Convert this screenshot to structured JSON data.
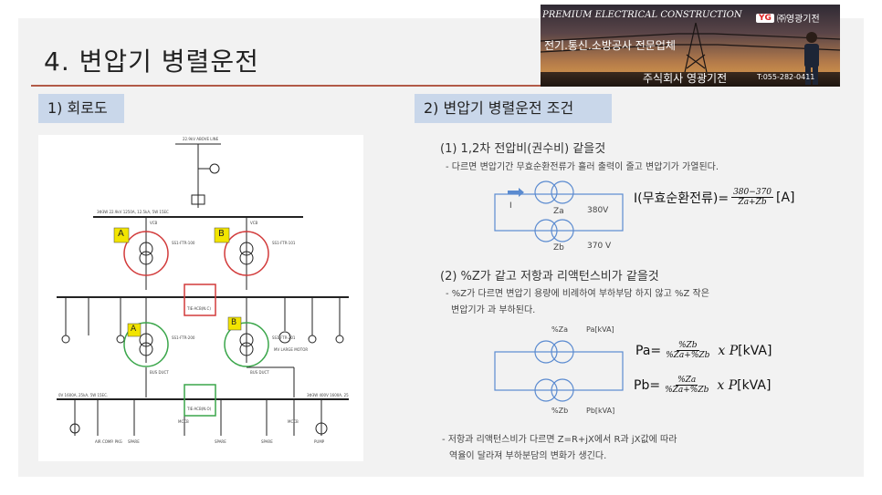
{
  "slide": {
    "title": "4. 변압기 병렬운전",
    "banner": {
      "tagline": "PREMIUM ELECTRICAL CONSTRUCTION",
      "logo_mark": "YG",
      "logo_name": "㈜영광기전",
      "slogan": "전기.통신.소방공사 전문업체",
      "company": "주식회사 영광기전",
      "tel": "T:055-282-0411"
    },
    "section1": "1) 회로도",
    "section2": "2) 변압기 병렬운전 조건",
    "condition1": {
      "heading": "(1) 1,2차 전압비(권수비) 같을것",
      "detail": "- 다르면 변압기간 무효순환전류가 흘러 출력이 줄고 변압기가 가열된다.",
      "label_i": "I",
      "label_za": "Za",
      "label_zb": "Zb",
      "label_v1": "380V",
      "label_v2": "370 V",
      "formula_prefix": "I(무효순환전류)=",
      "formula_num": "380−370",
      "formula_den": "Za+Zb",
      "formula_unit": "[A]"
    },
    "condition2": {
      "heading": "(2) %Z가 같고 저항과 리액턴스비가 같을것",
      "detail1": "- %Z가 다르면 변압기 용량에 비례하여 부하부담 하지 않고 %Z 작은",
      "detail2": "변압기가 과 부하된다.",
      "label_pza": "%Za",
      "label_pakva": "Pa[kVA]",
      "label_pzb": "%Zb",
      "label_pbkva": "Pb[kVA]",
      "pa_left": "Pa=",
      "pa_num": "%Zb",
      "pa_den": "%Za+%Zb",
      "pa_mult": "x P",
      "pa_unit": "[kVA]",
      "pb_left": "Pb=",
      "pb_num": "%Za",
      "pb_den": "%Za+%Zb",
      "pb_mult": "x P",
      "pb_unit": "[kVA]"
    },
    "note1": "- 저항과 리액턴스비가  다르면 Z=R+jX에서 R과 jX값에 따라",
    "note2": "역율이 달라져 부하분담의 변화가 생긴다.",
    "colors": {
      "accent_rule": "#b25a48",
      "section_bg": "#c9d7ea",
      "red": "#d23a3a",
      "green": "#3aa64a",
      "yellow": "#f2e400"
    }
  },
  "single_line": {
    "top_line": "22.9kV ABOVE LINE",
    "bus_label": "3Φ3W 22.9kV 1250A, 12.5kA, 5W 15EC",
    "mark_a": "A",
    "mark_b": "B",
    "tr_a": "SS1-FTR-100",
    "tr_b": "SS1-FTR-101",
    "tr_c": "SS1-FTR-200",
    "tr_d": "SS1-FTR-201",
    "tie": "TIE-ACB(N.C)",
    "tie2": "TIE-ACB(N.O)",
    "bus_duct": "BUS DUCT",
    "lv_bus_left": "0V 1600A, 25kA, 5W 15EC.",
    "lv_bus_right": "3Φ3W 400V 1600A, 25",
    "motor": "MV LARGE MOTOR",
    "air_comp": "AIR COMP. PKG",
    "pump": "PUMP",
    "spare": "SPARE",
    "mccb": "MCCB",
    "vcb": "VCB"
  }
}
